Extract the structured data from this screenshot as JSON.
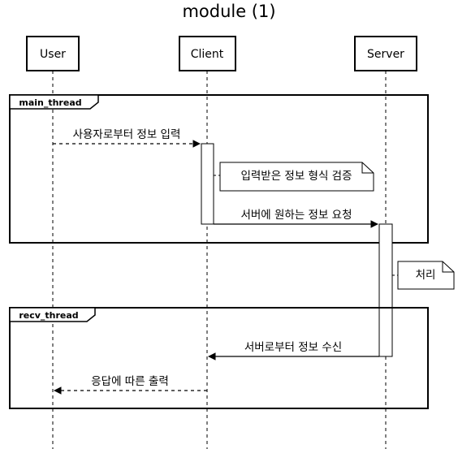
{
  "title": "module (1)",
  "participants": [
    {
      "id": "user",
      "label": "User"
    },
    {
      "id": "client",
      "label": "Client"
    },
    {
      "id": "server",
      "label": "Server"
    }
  ],
  "frames": [
    {
      "label": "main_thread"
    },
    {
      "label": "recv_thread"
    }
  ],
  "messages": [
    {
      "from": "User",
      "to": "Client",
      "label": "사용자로부터 정보 입력",
      "style": "dashed"
    },
    {
      "from": "Client",
      "to": "Server",
      "label": "서버에 원하는 정보 요청",
      "style": "solid"
    },
    {
      "from": "Server",
      "to": "Client",
      "label": "서버로부터 정보 수신",
      "style": "solid"
    },
    {
      "from": "Client",
      "to": "User",
      "label": "응답에 따른 출력",
      "style": "dashed"
    }
  ],
  "notes": [
    {
      "attached_to": "Client",
      "label": "입력받은 정보 형식 검증"
    },
    {
      "attached_to": "Server",
      "label": "처리"
    }
  ],
  "colors": {
    "stroke": "#000000",
    "background": "#ffffff"
  }
}
